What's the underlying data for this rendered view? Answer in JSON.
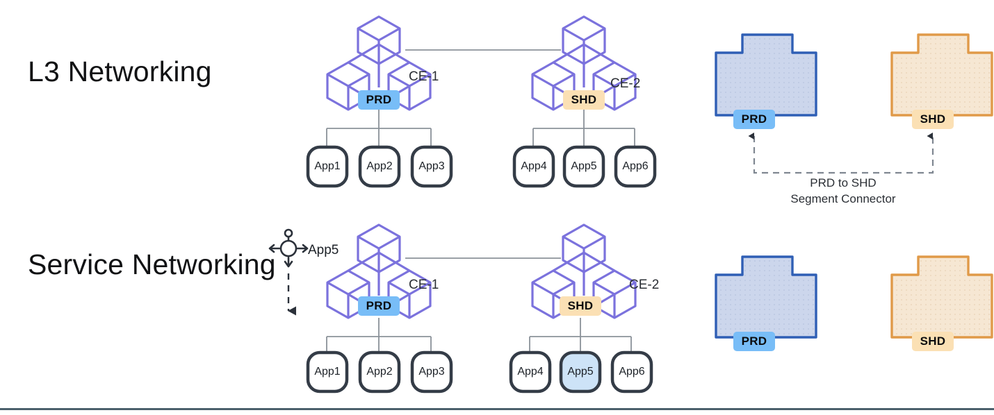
{
  "page": {
    "background": "#ffffff",
    "footer_rule_color": "#4b606c"
  },
  "colors": {
    "cube_stroke": "#7b72dd",
    "prd_badge": "#78bdf7",
    "shd_badge": "#fbe0b4",
    "prd_segment_fill": "#ccd6ec",
    "prd_segment_stroke": "#2f5fb5",
    "shd_segment_fill": "#f6e7d3",
    "shd_segment_stroke": "#e09a49",
    "app_node_stroke": "#343c47",
    "app_node_fill": "#ffffff",
    "app_highlight_fill": "#cde3f7",
    "tree_line": "#8b9299",
    "dashed_connector": "#7f8791",
    "title_text": "#111214"
  },
  "rows": [
    {
      "id": "l3-networking",
      "title": "L3 Networking",
      "clusters": [
        {
          "id": "ce-1",
          "icon": "cube-cluster-icon",
          "ce_label": "CE-1",
          "badge": "PRD",
          "badge_kind": "prd",
          "apps": [
            {
              "label": "App1",
              "highlighted": false
            },
            {
              "label": "App2",
              "highlighted": false
            },
            {
              "label": "App3",
              "highlighted": false
            }
          ]
        },
        {
          "id": "ce-2",
          "icon": "cube-cluster-icon",
          "ce_label": "CE-2",
          "badge": "SHD",
          "badge_kind": "shd",
          "apps": [
            {
              "label": "App4",
              "highlighted": false
            },
            {
              "label": "App5",
              "highlighted": false
            },
            {
              "label": "App6",
              "highlighted": false
            }
          ]
        }
      ],
      "segments": [
        {
          "id": "prd-segment",
          "badge": "PRD",
          "kind": "prd"
        },
        {
          "id": "shd-segment",
          "badge": "SHD",
          "kind": "shd"
        }
      ],
      "segment_connector": {
        "visible": true,
        "caption_line1": "PRD to SHD",
        "caption_line2": "Segment Connector"
      },
      "move_marker": {
        "visible": false,
        "label": ""
      }
    },
    {
      "id": "service-networking",
      "title": "Service Networking",
      "clusters": [
        {
          "id": "ce-1",
          "icon": "cube-cluster-icon",
          "ce_label": "CE-1",
          "badge": "PRD",
          "badge_kind": "prd",
          "apps": [
            {
              "label": "App1",
              "highlighted": false
            },
            {
              "label": "App2",
              "highlighted": false
            },
            {
              "label": "App3",
              "highlighted": false
            }
          ]
        },
        {
          "id": "ce-2",
          "icon": "cube-cluster-icon",
          "ce_label": "CE-2",
          "badge": "SHD",
          "badge_kind": "shd",
          "apps": [
            {
              "label": "App4",
              "highlighted": false
            },
            {
              "label": "App5",
              "highlighted": true
            },
            {
              "label": "App6",
              "highlighted": false
            }
          ]
        }
      ],
      "segments": [
        {
          "id": "prd-segment",
          "badge": "PRD",
          "kind": "prd"
        },
        {
          "id": "shd-segment",
          "badge": "SHD",
          "kind": "shd"
        }
      ],
      "segment_connector": {
        "visible": false,
        "caption_line1": "",
        "caption_line2": ""
      },
      "move_marker": {
        "visible": true,
        "label": "App5",
        "icon": "move-arrows-icon"
      }
    }
  ]
}
